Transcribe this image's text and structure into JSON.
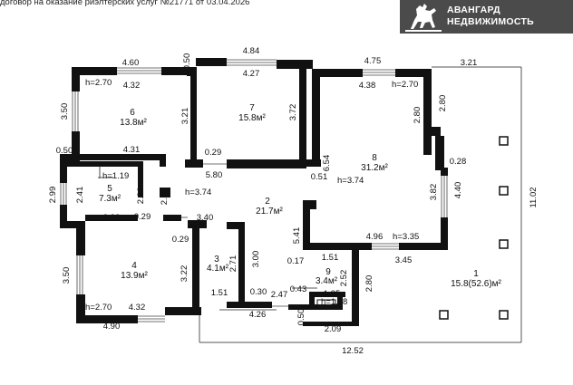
{
  "header": {
    "contract_text": "договор на оказание риэлтерских услуг №21771 от 03.04.2026"
  },
  "logo": {
    "line1": "АВАНГАРД",
    "line2": "НЕДВИЖИМОСТЬ",
    "icon": "horse-rider-icon"
  },
  "colors": {
    "wall": "#111111",
    "logo_bg": "#4b4b4b",
    "text": "#111111"
  },
  "rooms": [
    {
      "id": "room-1",
      "number": "1",
      "area": "15.8(52.6)м²"
    },
    {
      "id": "room-2",
      "number": "2",
      "area": "21.7м²"
    },
    {
      "id": "room-3",
      "number": "3",
      "area": "4.1м²"
    },
    {
      "id": "room-4",
      "number": "4",
      "area": "13.9м²"
    },
    {
      "id": "room-5",
      "number": "5",
      "area": "7.3м²"
    },
    {
      "id": "room-6",
      "number": "6",
      "area": "13.8м²"
    },
    {
      "id": "room-7",
      "number": "7",
      "area": "15.8м²"
    },
    {
      "id": "room-8",
      "number": "8",
      "area": "31.2м²"
    },
    {
      "id": "room-9",
      "number": "9",
      "area": "3.4м²"
    }
  ],
  "heights": [
    "h=2.70",
    "h=2.70",
    "h=2.70",
    "h=1.19",
    "h=3.74",
    "h=3.74",
    "h=3.35",
    "h=1.18"
  ],
  "dimensions": [
    "4.60",
    "4.32",
    "0.50",
    "4.84",
    "4.27",
    "4.75",
    "4.38",
    "3.21",
    "3.50",
    "3.21",
    "3.72",
    "2.80",
    "2.80",
    "0.50",
    "4.31",
    "0.29",
    "5.80",
    "6.54",
    "0.51",
    "0.28",
    "2.99",
    "2.41",
    "2.36",
    "2.41",
    "3.82",
    "4.40",
    "11.02",
    "3.22",
    "0.29",
    "3.40",
    "5.41",
    "4.96",
    "0.29",
    "2.71",
    "3.00",
    "1.51",
    "0.17",
    "3.45",
    "3.50",
    "3.22",
    "2.52",
    "2.80",
    "4.32",
    "1.51",
    "0.30",
    "2.47",
    "0.43",
    "1.25",
    "0.50",
    "4.90",
    "4.26",
    "2.09",
    "12.52"
  ]
}
